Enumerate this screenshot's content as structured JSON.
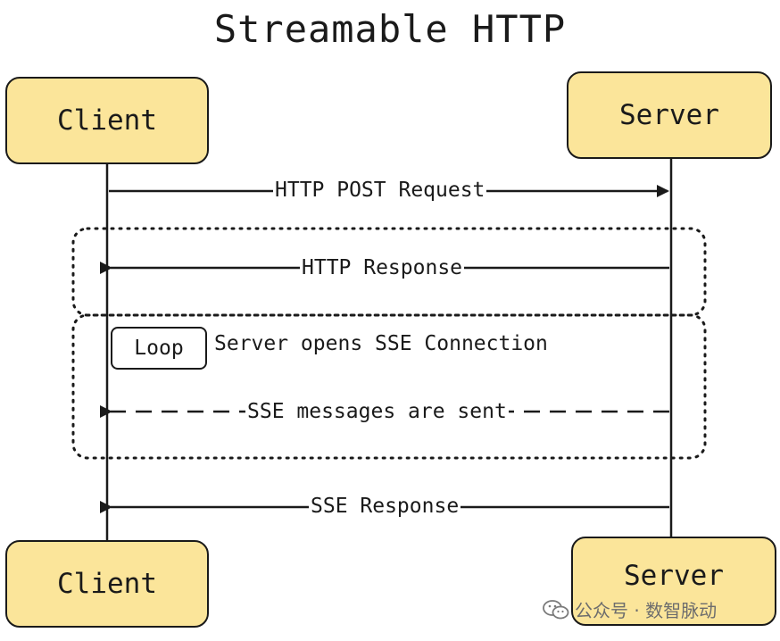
{
  "title": "Streamable HTTP",
  "participants": {
    "client_top": "Client",
    "server_top": "Server",
    "client_bottom": "Client",
    "server_bottom": "Server"
  },
  "messages": {
    "post_request": "HTTP POST Request",
    "http_response": "HTTP Response",
    "sse_messages": "SSE messages are sent",
    "sse_response": "SSE Response"
  },
  "loop": {
    "label": "Loop",
    "condition": "Server opens SSE Connection"
  },
  "watermark": {
    "text": "公众号 · 数智脉动",
    "icon": "wechat-icon"
  },
  "colors": {
    "box_fill": "#fbe59a",
    "stroke": "#1a1a1a"
  }
}
